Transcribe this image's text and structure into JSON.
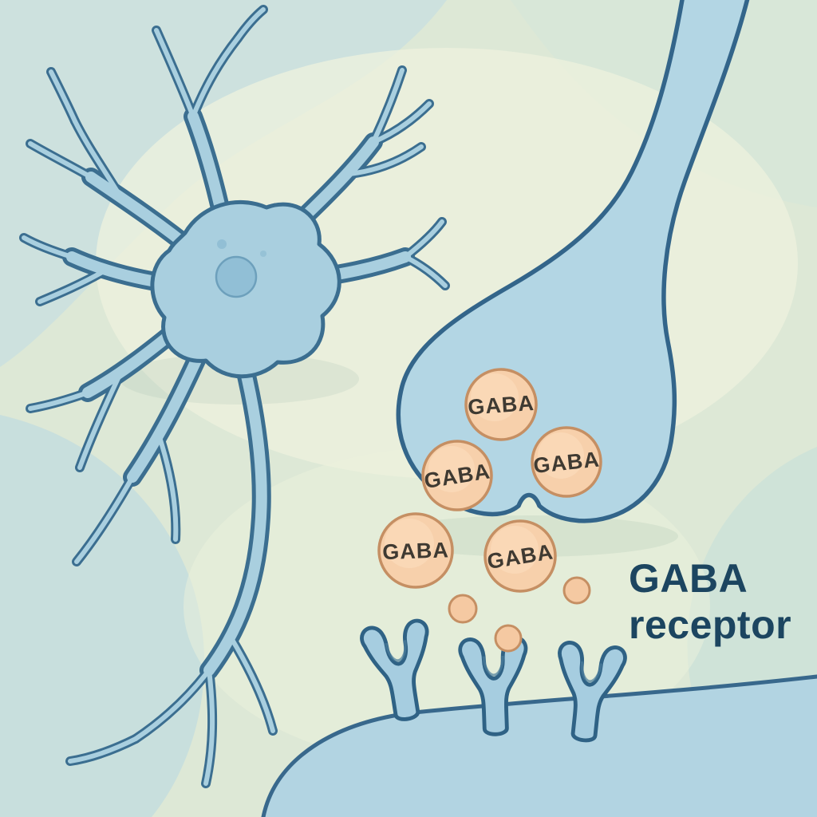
{
  "illustration": {
    "type": "synapse-diagram",
    "subject": "GABA neurotransmission at a synapse",
    "caption": {
      "line1": "GABA",
      "line2": "receptor"
    },
    "vesicles": {
      "labels": [
        "GABA",
        "GABA",
        "GABA",
        "GABA",
        "GABA"
      ]
    },
    "colors": {
      "background": "#dde8d6",
      "background_blue_wash": "#c7dfe0",
      "background_cream": "#edf2de",
      "neuron_fill": "#a9cfdf",
      "neuron_outline": "#3b6e90",
      "terminal_fill": "#b3d6e4",
      "terminal_outline": "#33658a",
      "vesicle_fill": "#f7d0ab",
      "vesicle_outline": "#c58f63",
      "vesicle_text": "#3f3a32",
      "receptor_fill": "#a6cde0",
      "receptor_outline": "#2f6285",
      "membrane_fill": "#b2d4e2",
      "caption_text": "#1c4560"
    }
  }
}
